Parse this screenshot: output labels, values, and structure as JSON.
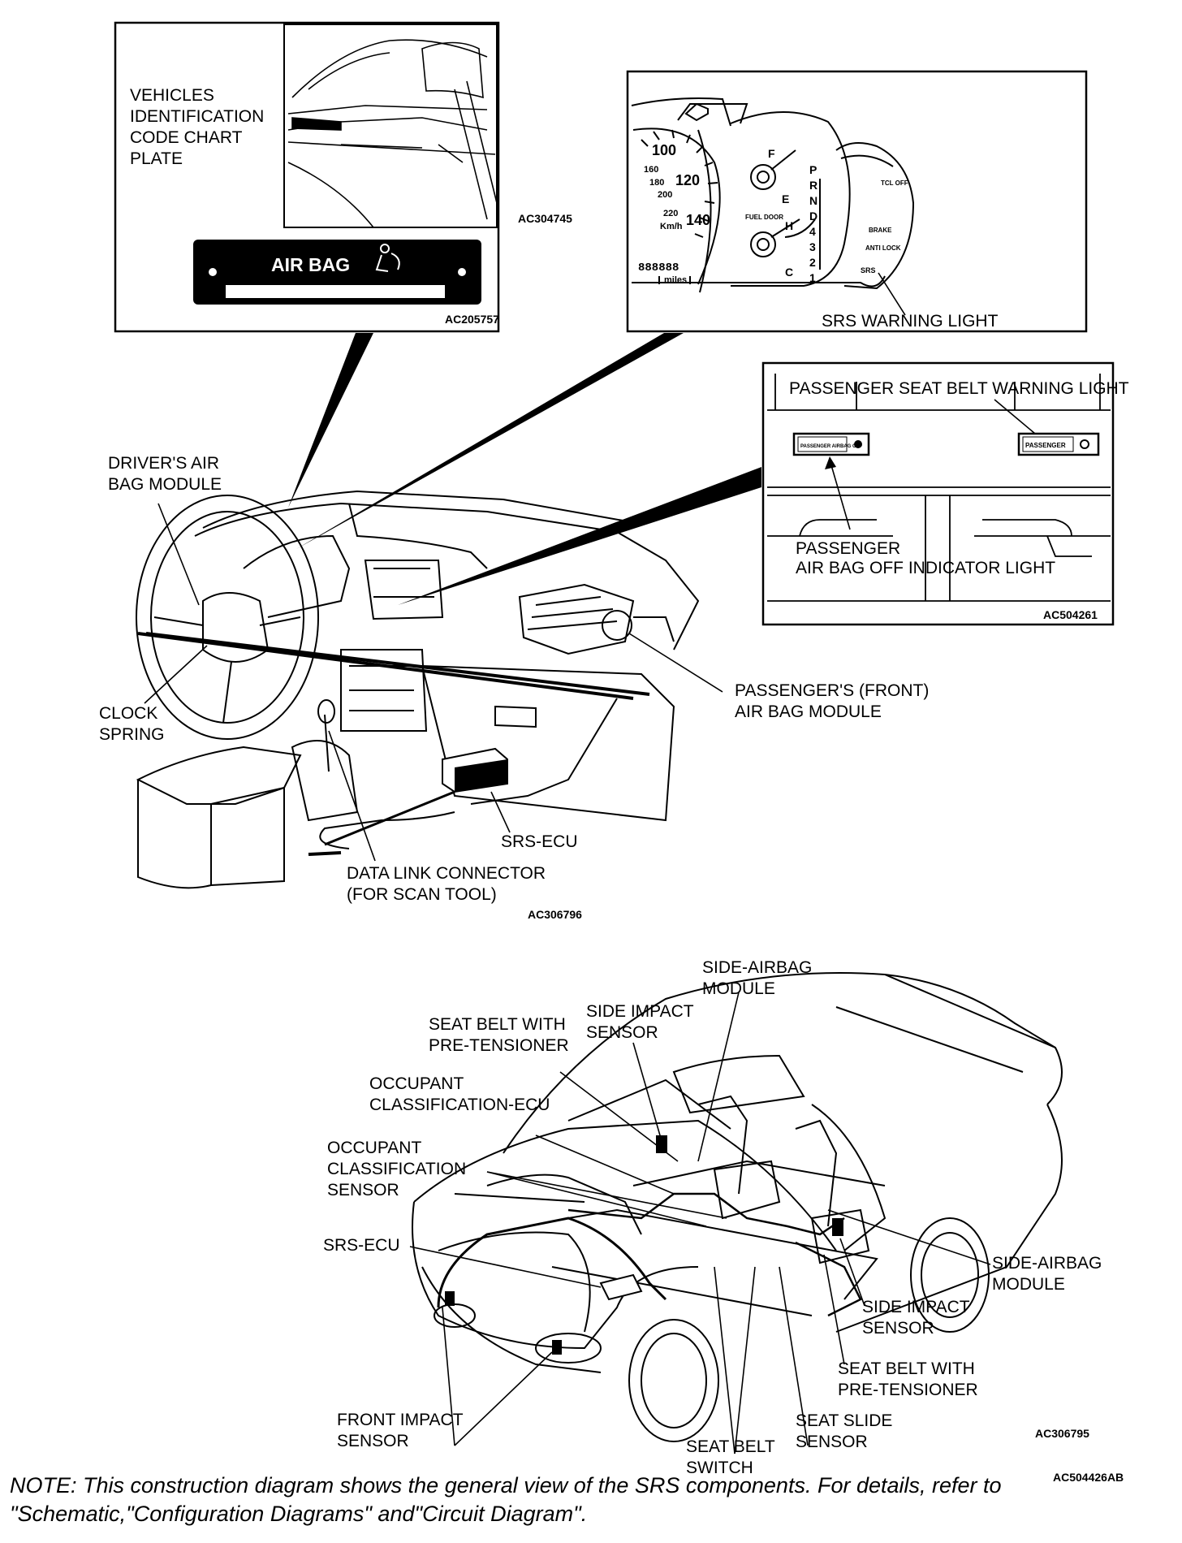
{
  "callouts": {
    "vin_plate": {
      "lines": [
        "VEHICLES",
        "IDENTIFICATION",
        "CODE CHART",
        "PLATE"
      ],
      "code": "AC304745"
    },
    "airbag_plate": {
      "text": "AIR BAG",
      "code": "AC205757"
    },
    "cluster": {
      "speed_100": "100",
      "speed_120": "120",
      "speed_140": "140",
      "speed_160": "160",
      "speed_180": "180",
      "speed_200": "200",
      "speed_220": "220",
      "speed_unit": "Km/h",
      "odometer": "888888",
      "odometer_unit": "miles",
      "fuel_full": "F",
      "fuel_empty": "E",
      "temp_hot": "H",
      "temp_cold": "C",
      "fuel_door": "FUEL DOOR",
      "gears": [
        "P",
        "R",
        "N",
        "D",
        "4",
        "3",
        "2",
        "1"
      ],
      "tcl_off": "TCL OFF",
      "brake": "BRAKE",
      "anti_lock": "ANTI LOCK",
      "srs": "SRS",
      "label": "SRS WARNING LIGHT"
    },
    "passenger_panel": {
      "seat_belt_light": "PASSENGER SEAT BELT WARNING LIGHT",
      "airbag_off_button": "PASSENGER AIRBAG OFF",
      "passenger_button": "PASSENGER",
      "airbag_off_light": [
        "PASSENGER",
        "AIR BAG OFF INDICATOR LIGHT"
      ],
      "code": "AC504261"
    }
  },
  "dashboard": {
    "drivers_airbag": [
      "DRIVER'S AIR",
      "BAG MODULE"
    ],
    "clock_spring": [
      "CLOCK",
      "SPRING"
    ],
    "passenger_airbag": [
      "PASSENGER'S (FRONT)",
      "AIR BAG MODULE"
    ],
    "srs_ecu": "SRS-ECU",
    "data_link": [
      "DATA LINK CONNECTOR",
      "(FOR SCAN TOOL)"
    ],
    "code": "AC306796"
  },
  "vehicle": {
    "side_airbag_top": [
      "SIDE-AIRBAG",
      "MODULE"
    ],
    "side_impact_top": [
      "SIDE IMPACT",
      "SENSOR"
    ],
    "seat_belt_pretensioner_top": [
      "SEAT BELT WITH",
      "PRE-TENSIONER"
    ],
    "occupant_ecu": [
      "OCCUPANT",
      "CLASSIFICATION-ECU"
    ],
    "occupant_sensor": [
      "OCCUPANT",
      "CLASSIFICATION",
      "SENSOR"
    ],
    "srs_ecu": "SRS-ECU",
    "side_airbag_right": [
      "SIDE-AIRBAG",
      "MODULE"
    ],
    "side_impact_right": [
      "SIDE IMPACT",
      "SENSOR"
    ],
    "seat_belt_pretensioner_right": [
      "SEAT BELT WITH",
      "PRE-TENSIONER"
    ],
    "front_impact": [
      "FRONT IMPACT",
      "SENSOR"
    ],
    "seat_belt_switch": [
      "SEAT BELT",
      "SWITCH"
    ],
    "seat_slide": [
      "SEAT SLIDE",
      "SENSOR"
    ],
    "code": "AC306795"
  },
  "figure_code": "AC504426AB",
  "note": [
    "NOTE: This construction diagram shows the general view of the SRS components. For details, refer to",
    "\"Schematic,\"Configuration Diagrams\" and\"Circuit Diagram\"."
  ]
}
